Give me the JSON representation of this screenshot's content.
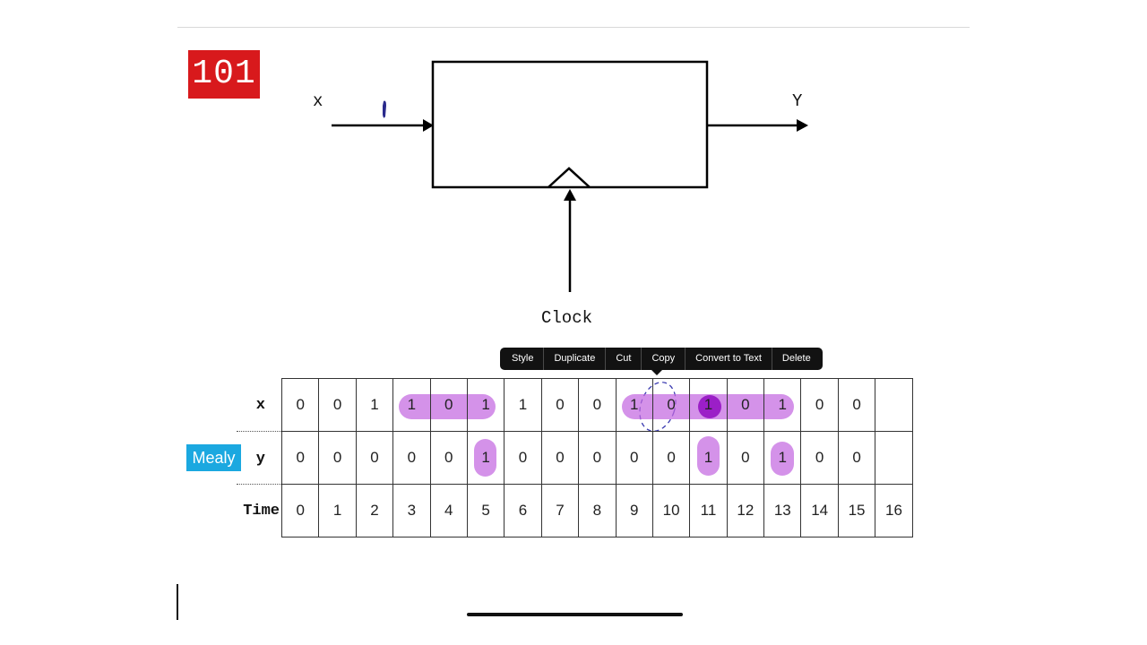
{
  "badge": "101",
  "diagram": {
    "input_label": "x",
    "output_label": "Y",
    "clock_label": "Clock"
  },
  "toolbar": {
    "items": [
      "Style",
      "Duplicate",
      "Cut",
      "Copy",
      "Convert to Text",
      "Delete"
    ]
  },
  "table": {
    "row_labels": {
      "x": "x",
      "y": "y",
      "time": "Time"
    },
    "x_values": [
      "0",
      "0",
      "1",
      "1",
      "0",
      "1",
      "1",
      "0",
      "0",
      "1",
      "0",
      "1",
      "0",
      "1",
      "0",
      "0",
      ""
    ],
    "y_values": [
      "0",
      "0",
      "0",
      "0",
      "0",
      "1",
      "0",
      "0",
      "0",
      "0",
      "0",
      "1",
      "0",
      "1",
      "0",
      "0",
      ""
    ],
    "time_values": [
      "0",
      "1",
      "2",
      "3",
      "4",
      "5",
      "6",
      "7",
      "8",
      "9",
      "10",
      "11",
      "12",
      "13",
      "14",
      "15",
      "16"
    ]
  },
  "tag": "Mealy",
  "colors": {
    "badge_bg": "#d8191c",
    "tag_bg": "#1ba8e0",
    "highlight": "#c468e0",
    "pen_blue": "#2a2a8c"
  }
}
